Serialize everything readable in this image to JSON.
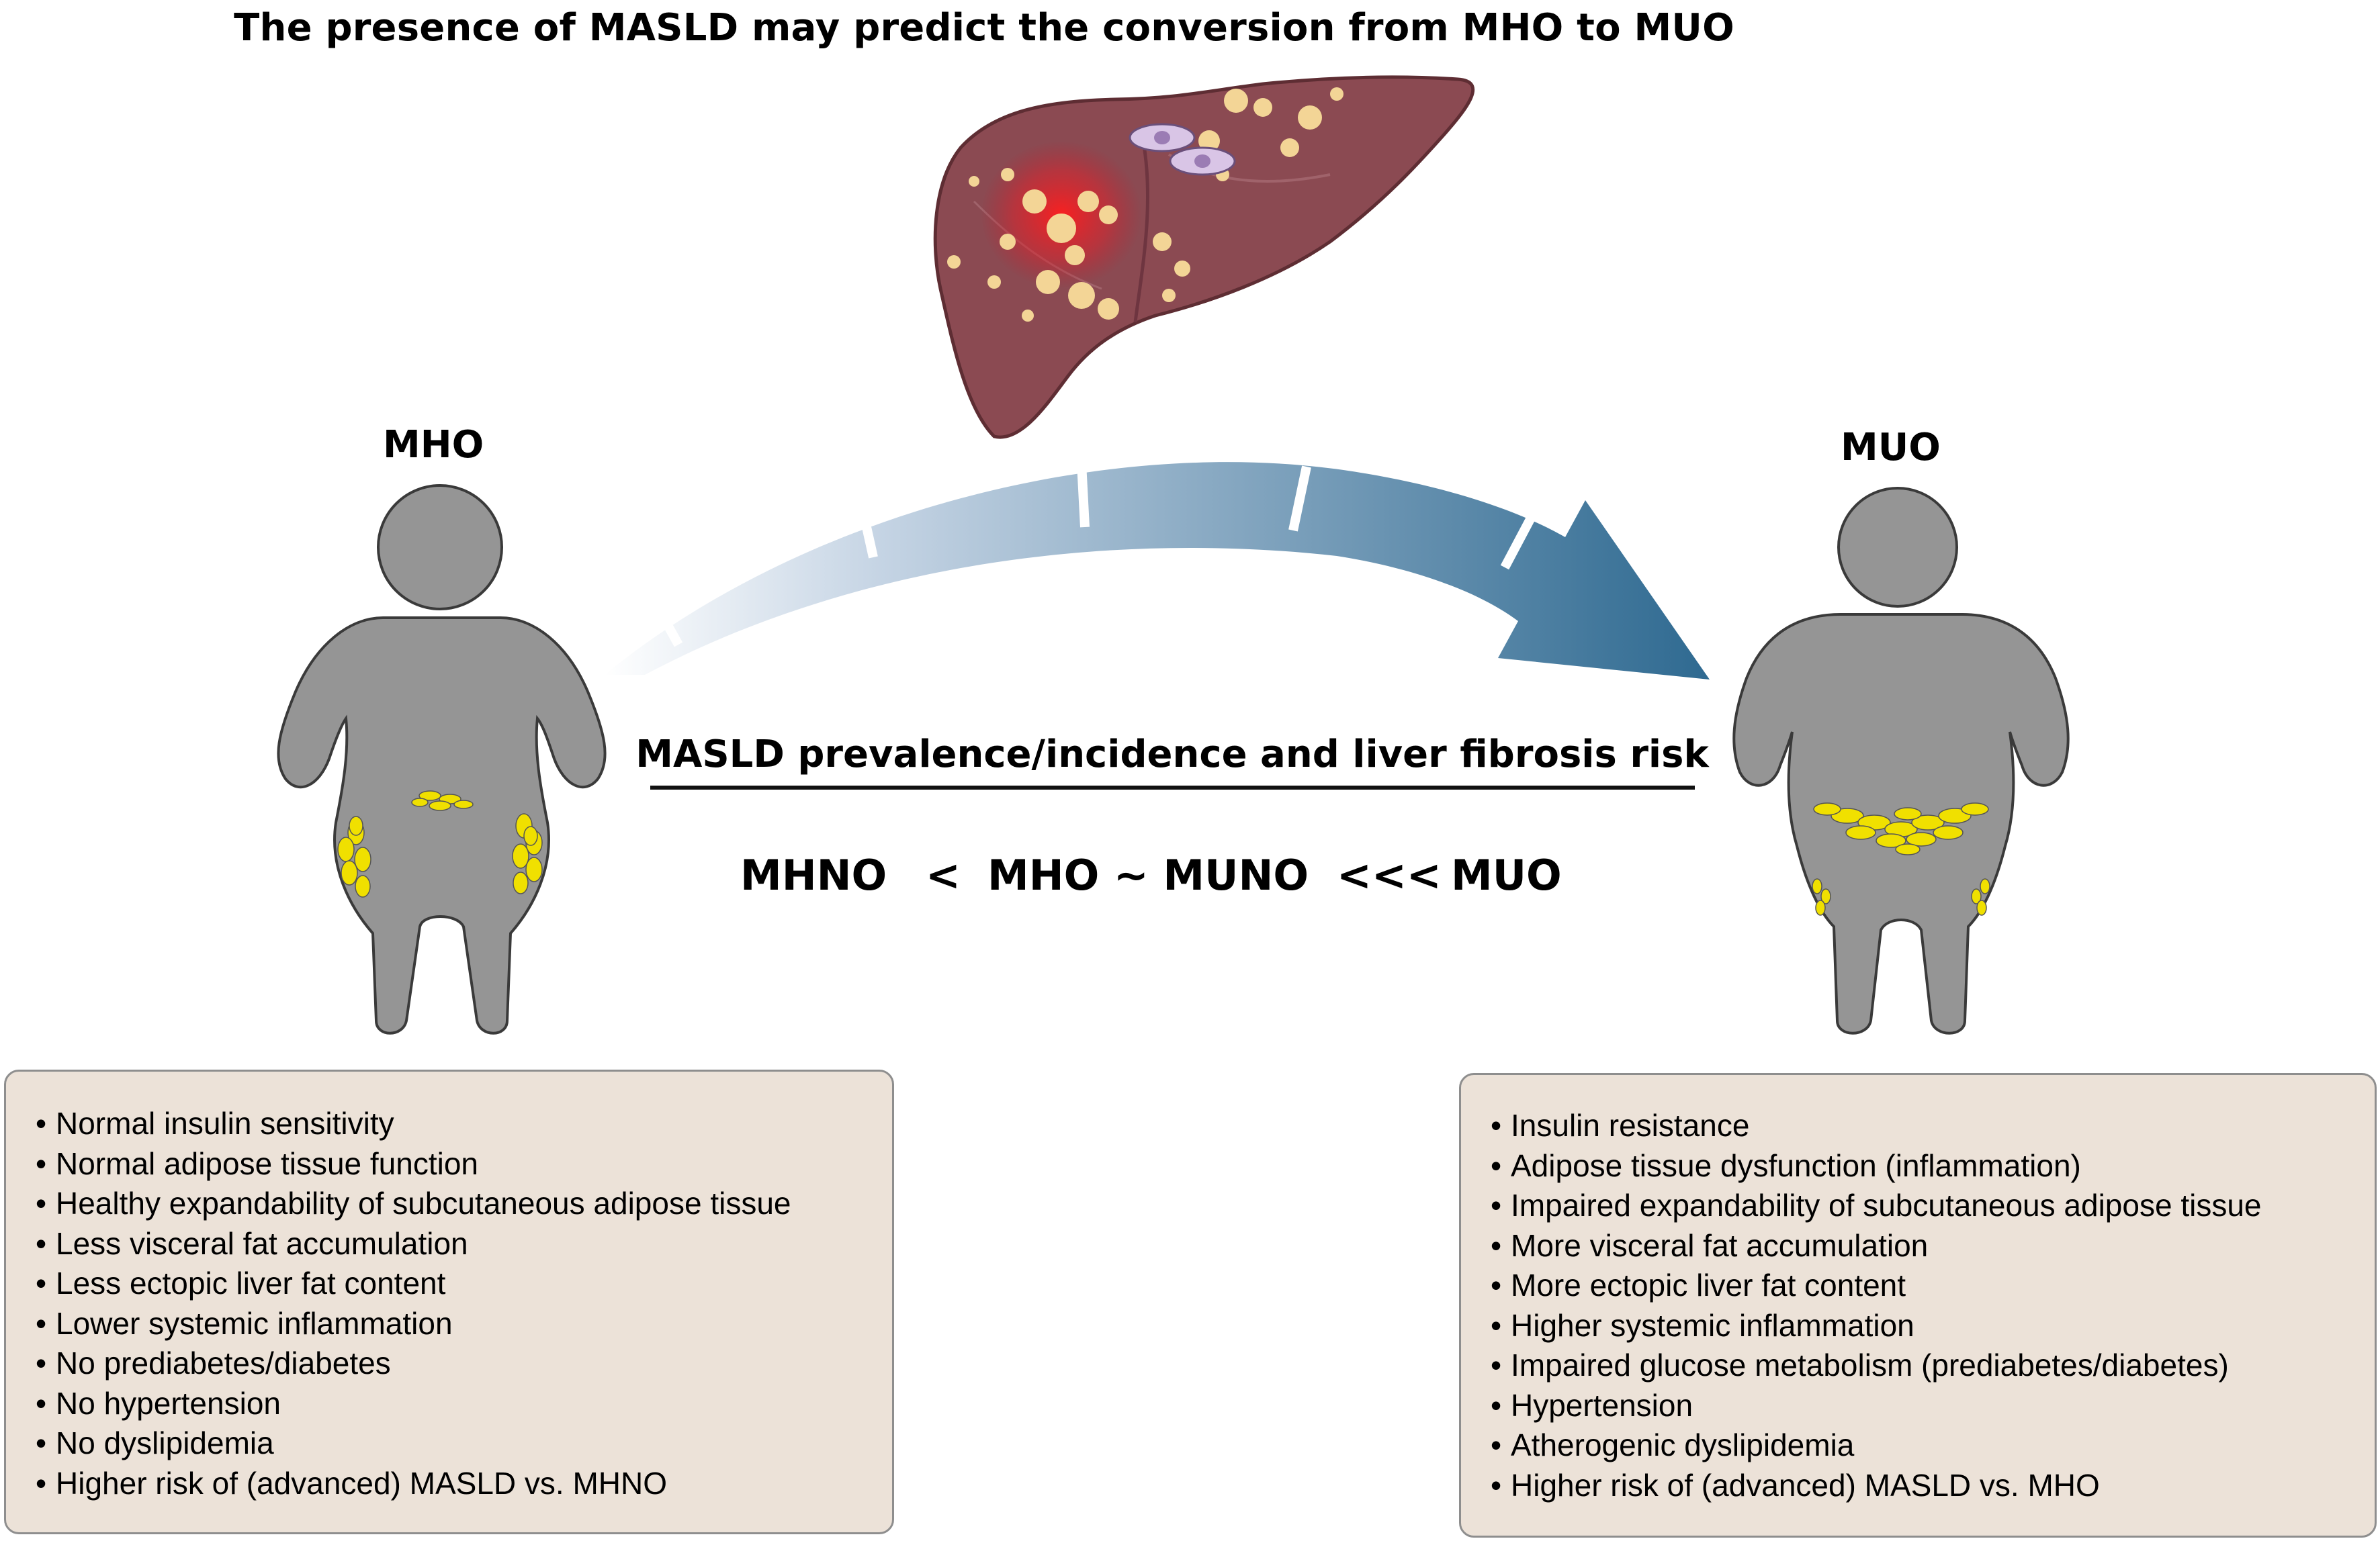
{
  "title": "The presence of MASLD may predict the conversion from MHO to MUO",
  "colors": {
    "body_fill": "#959595",
    "fat": "#f0e000",
    "liver": "#8b4a52",
    "liver_fat": "#f3d596",
    "inflammation": "#e8202a",
    "arrow_dark": "#2f6a91",
    "arrow_light": "#dbe4ee",
    "box_fill": "#ece2d8"
  },
  "icons": [
    "liver-illustration",
    "person-silhouette-mho",
    "person-silhouette-muo",
    "curved-arrow"
  ],
  "groups": {
    "mho": {
      "label": "MHO",
      "features": [
        "Normal insulin sensitivity",
        "Normal adipose tissue function",
        "Healthy expandability of subcutaneous adipose tissue",
        "Less visceral fat accumulation",
        "Less ectopic liver fat content",
        "Lower systemic inflammation",
        "No prediabetes/diabetes",
        "No hypertension",
        "No dyslipidemia",
        "Higher risk of (advanced) MASLD vs. MHNO"
      ]
    },
    "muo": {
      "label": "MUO",
      "features": [
        "Insulin resistance",
        "Adipose tissue dysfunction (inflammation)",
        "Impaired expandability of subcutaneous adipose tissue",
        "More visceral fat accumulation",
        "More ectopic liver fat content",
        "Higher systemic inflammation",
        "Impaired glucose metabolism (prediabetes/diabetes)",
        "Hypertension",
        "Atherogenic dyslipidemia",
        "Higher risk of (advanced) MASLD vs. MHO"
      ]
    }
  },
  "prevalence": {
    "title": "MASLD prevalence/incidence and liver fibrosis risk",
    "comparison": {
      "mhno": "MHNO",
      "lt": "<",
      "mho_muno": "MHO ~ MUNO",
      "lll": "<<<",
      "muo": "MUO"
    }
  },
  "bullet": "•"
}
